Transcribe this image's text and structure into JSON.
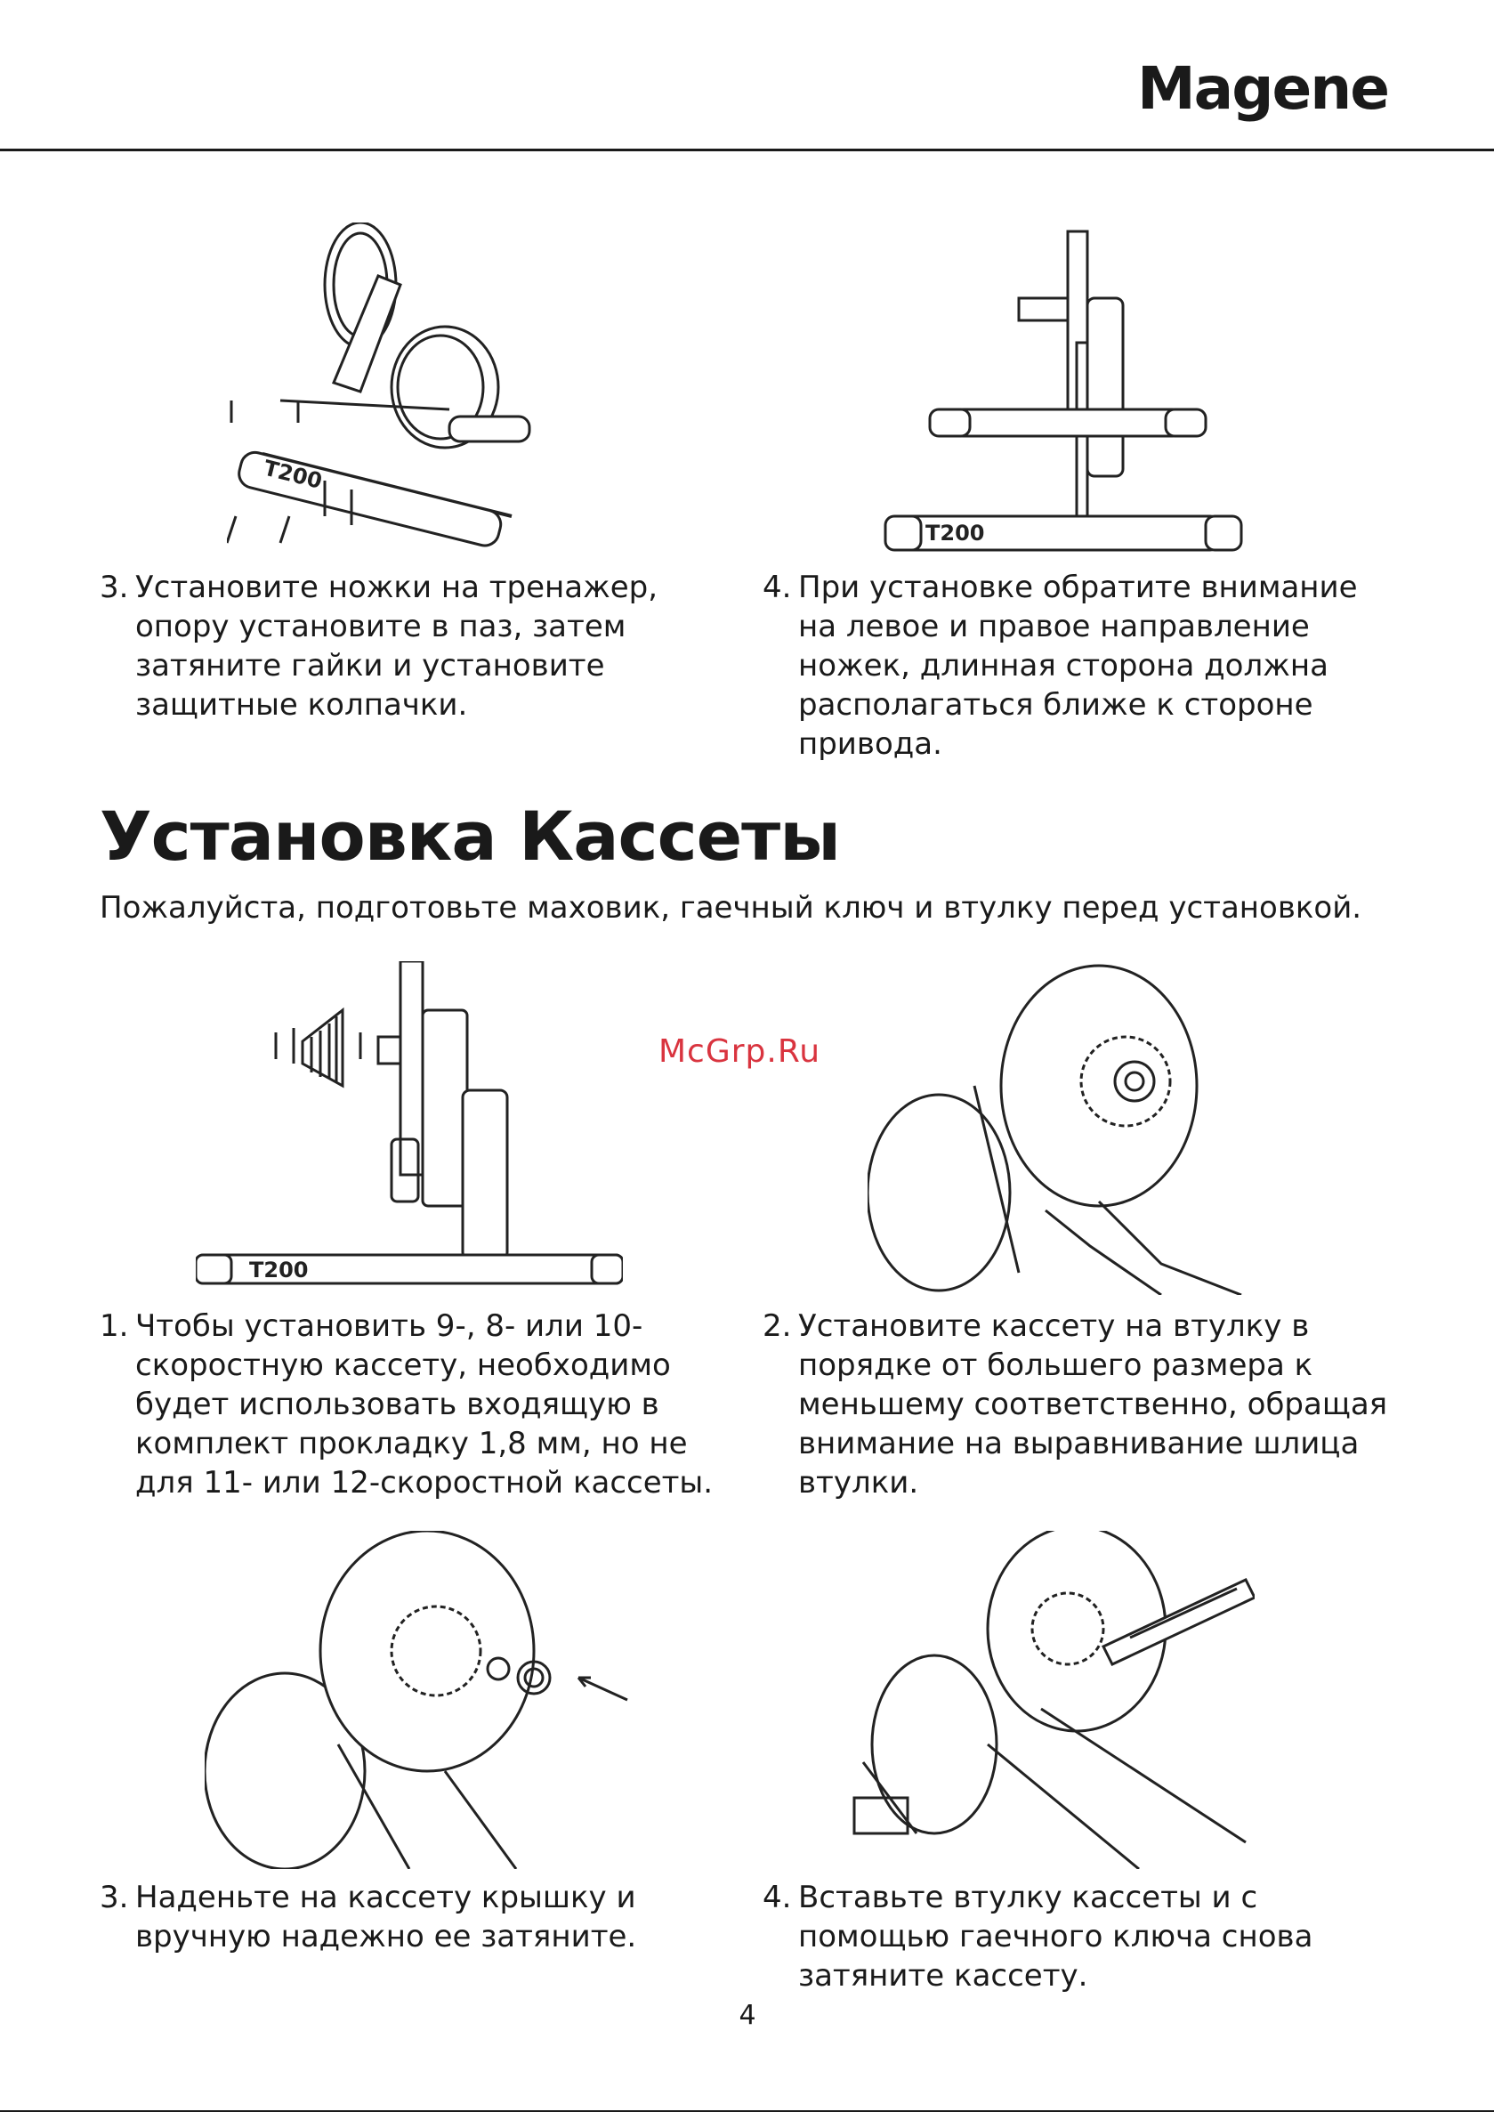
{
  "header": {
    "brand": "Magene"
  },
  "top_steps": [
    {
      "num": "3.",
      "text": "Установите ножки на тренажер, опору установите в паз, затем затяните гайки и установите защитные колпачки."
    },
    {
      "num": "4.",
      "text": "При установке обратите внимание на левое и правое направление ножек, длинная сторона должна располагаться ближе к стороне привода."
    }
  ],
  "section": {
    "title": "Установка Кассеты",
    "intro": "Пожалуйста, подготовьте маховик, гаечный ключ и втулку перед установкой."
  },
  "watermark": "McGrp.Ru",
  "cassette_steps": [
    {
      "num": "1.",
      "text": "Чтобы установить 9-, 8- или 10-скоростную кассету, необходимо будет использовать входящую в комплект прокладку 1,8 мм, но не для 11- или 12-скоростной кассеты."
    },
    {
      "num": "2.",
      "text": "Установите кассету на втулку в порядке от большего размера к меньшему соответственно, обращая внимание на выравнивание шлица втулки."
    },
    {
      "num": "3.",
      "text": "Наденьте на кассету крышку и вручную надежно ее затяните."
    },
    {
      "num": "4.",
      "text": "Вставьте втулку кассеты и с помощью гаечного ключа снова затяните кассету."
    }
  ],
  "illustrations": {
    "model_label": "T200"
  },
  "footer": {
    "page_number": "4"
  }
}
